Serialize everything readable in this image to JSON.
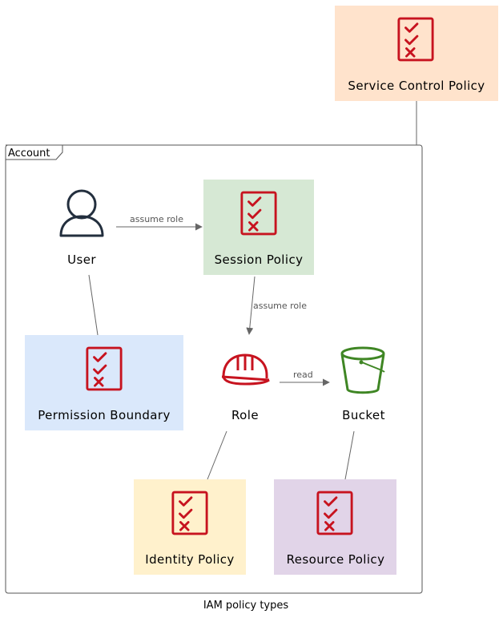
{
  "diagram": {
    "caption": "IAM policy types",
    "account_frame_label": "Account",
    "nodes": {
      "service_control_policy": {
        "label": "Service Control Policy",
        "icon": "policy-checklist-icon",
        "fill": "#FFE3CC"
      },
      "user": {
        "label": "User",
        "icon": "user-icon"
      },
      "session_policy": {
        "label": "Session Policy",
        "icon": "policy-checklist-icon",
        "fill": "#D6E8D4"
      },
      "permission_boundary": {
        "label": "Permission Boundary",
        "icon": "policy-checklist-icon",
        "fill": "#DAE8FB"
      },
      "role": {
        "label": "Role",
        "icon": "hard-hat-icon"
      },
      "bucket": {
        "label": "Bucket",
        "icon": "bucket-icon"
      },
      "identity_policy": {
        "label": "Identity Policy",
        "icon": "policy-checklist-icon",
        "fill": "#FFF1CC"
      },
      "resource_policy": {
        "label": "Resource Policy",
        "icon": "policy-checklist-icon",
        "fill": "#E1D4E8"
      }
    },
    "edges": {
      "user_to_session": "assume role",
      "session_to_role": "assume role",
      "role_to_bucket": "read"
    },
    "colors": {
      "policy_icon": "#C7131F",
      "role_icon": "#C7131F",
      "bucket_icon": "#3F8624",
      "user_icon": "#232F3E",
      "line": "#666666"
    }
  }
}
